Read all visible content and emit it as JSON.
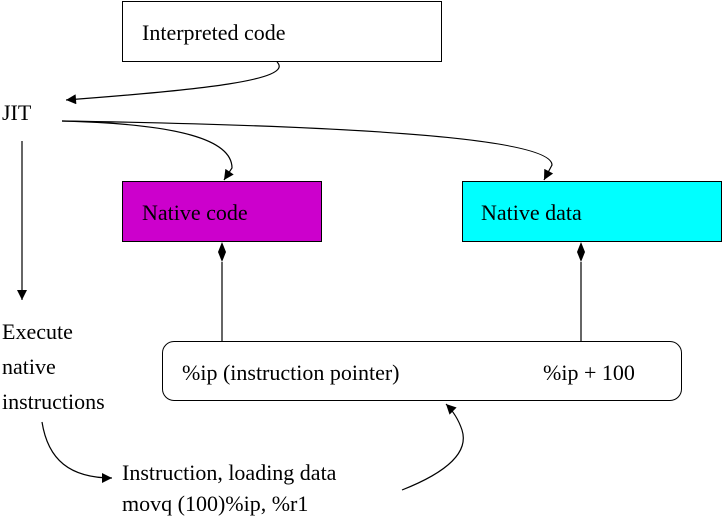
{
  "interpreted_box": {
    "label": "Interpreted code"
  },
  "jit_label": "JIT",
  "native_code_box": {
    "label": "Native code",
    "fill": "#CC00CC"
  },
  "native_data_box": {
    "label": "Native data",
    "fill": "#00FFFF"
  },
  "register_box": {
    "ip_label": "%ip (instruction pointer)",
    "ip_offset_label": "%ip + 100"
  },
  "execute_label": {
    "line1": "Execute",
    "line2": "native",
    "line3": "instructions"
  },
  "instruction_label": {
    "line1": "Instruction, loading data",
    "line2": "movq (100)%ip, %r1"
  }
}
